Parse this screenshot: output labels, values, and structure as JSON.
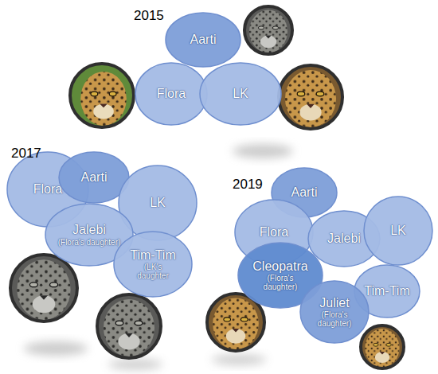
{
  "diagram": {
    "nodes": [
      {
        "text": [
          "Aarti"
        ]
      },
      {
        "text": [
          "Flora"
        ]
      },
      {
        "text": [
          "LK"
        ]
      },
      {
        "text": [
          "Flora"
        ]
      },
      {
        "text": [
          "Aarti"
        ]
      },
      {
        "text": [
          "LK"
        ]
      },
      {
        "text": [
          "Jalebi",
          "(Flora's daughter)"
        ]
      },
      {
        "text": [
          "Tim-Tim",
          "(LK's daughter"
        ]
      },
      {
        "text": [
          "Aarti"
        ]
      },
      {
        "text": [
          "Flora"
        ]
      },
      {
        "text": [
          "Jalebi"
        ]
      },
      {
        "text": [
          "LK"
        ]
      },
      {
        "text": [
          "Cleopatra",
          "(Flora's daughter)"
        ]
      },
      {
        "text": [
          "Tim-Tim"
        ]
      },
      {
        "text": [
          "Juliet",
          "(Flora's daughter)"
        ]
      }
    ],
    "labels": [
      "2015",
      "2017",
      "2019"
    ]
  }
}
